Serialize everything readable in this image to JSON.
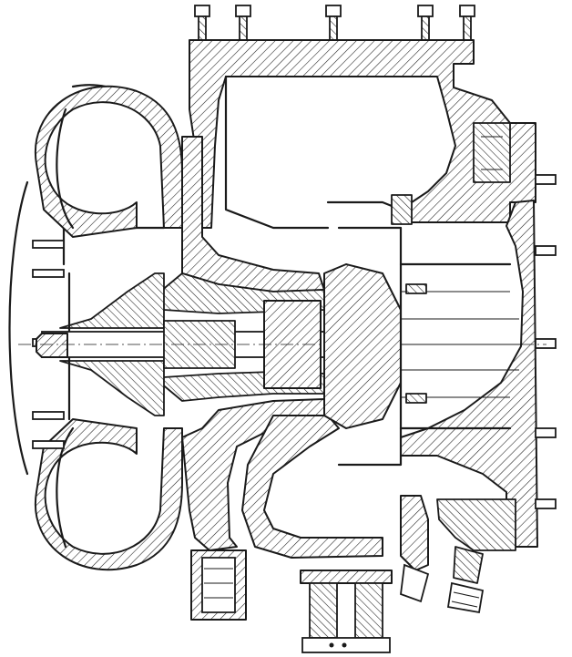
{
  "drawing": {
    "kind": "technical-cross-section",
    "subject": "turbocharger",
    "ink_color": "#1a1a1a",
    "paper_color": "#ffffff"
  },
  "parts": [
    "compressor-volute",
    "compressor-wheel",
    "shaft",
    "bearing-housing",
    "turbine-wheel",
    "turbine-housing",
    "oil-inlet-flange",
    "oil-outlet-pipe",
    "cooling-water-connector",
    "speed-sensor",
    "housing-studs"
  ]
}
